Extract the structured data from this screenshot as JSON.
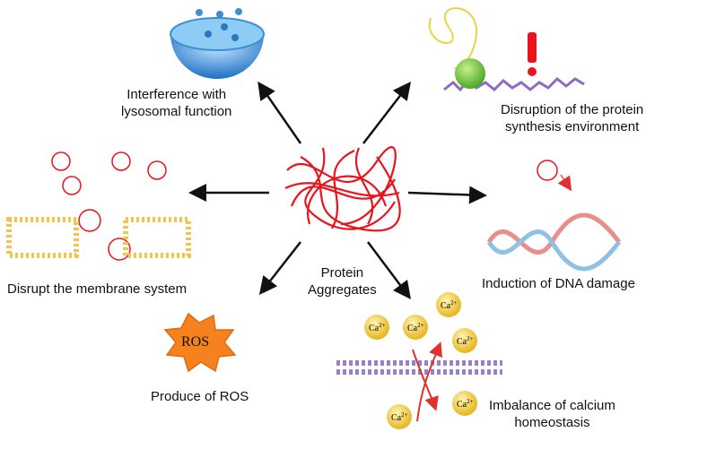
{
  "center": {
    "label_line1": "Protein",
    "label_line2": "Aggregates"
  },
  "effects": [
    {
      "id": "lysosome",
      "line1": "Interference with",
      "line2": "lysosomal function"
    },
    {
      "id": "synthesis",
      "line1": "Disruption of the protein",
      "line2": "synthesis environment"
    },
    {
      "id": "membrane",
      "line1": "Disrupt the membrane system",
      "line2": ""
    },
    {
      "id": "dna",
      "line1": "Induction of DNA damage",
      "line2": ""
    },
    {
      "id": "ros",
      "line1": "Produce of ROS",
      "line2": ""
    },
    {
      "id": "calcium",
      "line1": "Imbalance of calcium",
      "line2": "homeostasis"
    }
  ],
  "ros_badge": "ROS",
  "calcium_ion": "Ca",
  "calcium_charge": "2+",
  "colors": {
    "aggregate": "#e8141b",
    "lysosome": "#4a9fe0",
    "ros": "#f5821f",
    "calcium": "#f2c81e",
    "membrane": "#9a7fc9",
    "lipid": "#f3c34a",
    "arrow": "#111111"
  }
}
